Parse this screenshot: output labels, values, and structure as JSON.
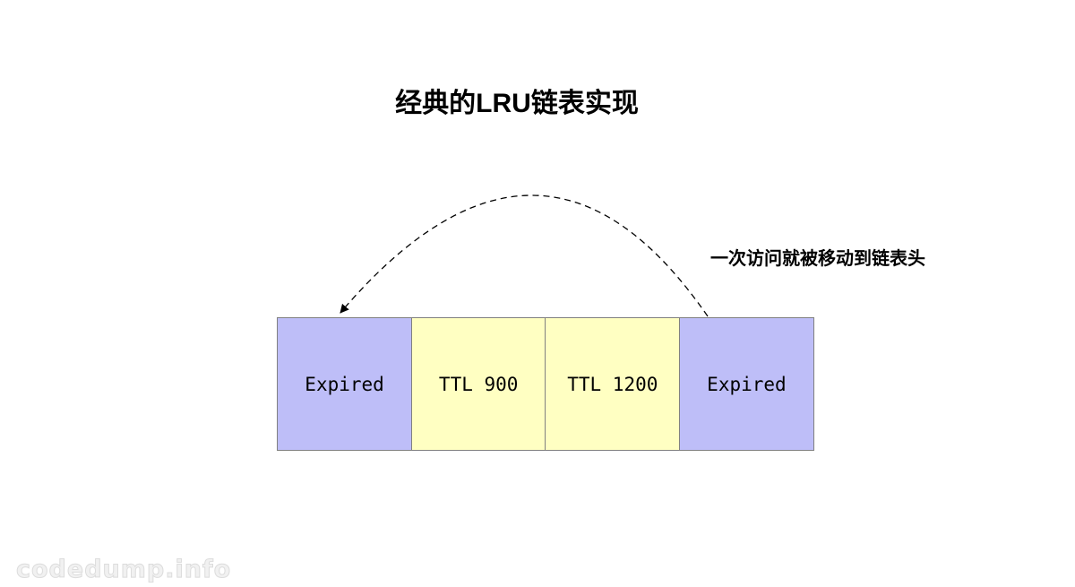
{
  "header": {
    "title": "经典的LRU链表实现"
  },
  "annotation": {
    "text": "一次访问就被移动到链表头"
  },
  "arrow": {
    "style": "dashed",
    "color": "#000000",
    "description": "curved-arrow-from-tail-node-to-head-node"
  },
  "list": {
    "nodes": [
      {
        "label": "Expired",
        "type": "expired",
        "bg": "#bebef8"
      },
      {
        "label": "TTL 900",
        "type": "ttl",
        "bg": "#ffffc2"
      },
      {
        "label": "TTL 1200",
        "type": "ttl",
        "bg": "#ffffc2"
      },
      {
        "label": "Expired",
        "type": "expired",
        "bg": "#bebef8"
      }
    ],
    "border_color": "#808080"
  },
  "watermark": {
    "text": "codedump.info",
    "color": "#dcdcdc"
  }
}
